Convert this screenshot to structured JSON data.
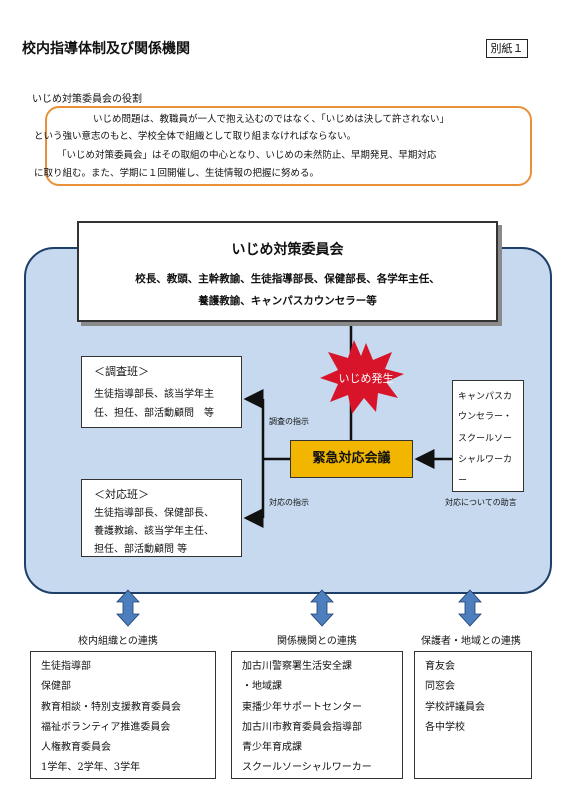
{
  "title": "校内指導体制及び関係機関",
  "attachment_label": "別紙１",
  "role": {
    "heading": "いじめ対策委員会の役割",
    "lines": [
      "いじめ問題は、教職員が一人で抱え込むのではなく、「いじめは決して許されない」",
      "という強い意志のもと、学校全体で組織として取り組まなければならない。",
      "「いじめ対策委員会」はその取組の中心となり、いじめの未然防止、早期発見、早期対応",
      "に取り組む。また、学期に１回開催し、生徒情報の把握に努める。"
    ]
  },
  "committee": {
    "title": "いじめ対策委員会",
    "members_line1": "校長、教頭、主幹教諭、生徒指導部長、保健部長、各学年主任、",
    "members_line2": "養護教諭、キャンパスカウンセラー等"
  },
  "incident_label": "いじめ発生",
  "emergency_label": "緊急対応会議",
  "survey_team": {
    "title": "＜調査班＞",
    "lines": [
      "生徒指導部長、該当学年主",
      "任、担任、部活動顧問　等"
    ]
  },
  "response_team": {
    "title": "＜対応班＞",
    "lines": [
      "生徒指導部長、保健部長、",
      "養護教諭、該当学年主任、",
      "担任、部活動顧問 等"
    ]
  },
  "counselor_lines": [
    "キャンパスカ",
    "ウンセラー・",
    "スクールソー",
    "シャルワーカ",
    "ー"
  ],
  "arrow_labels": {
    "survey": "調査の指示",
    "response": "対応の指示",
    "advice": "対応についての助言"
  },
  "connections": [
    {
      "label": "校内組織との連携",
      "items": [
        "生徒指導部",
        "保健部",
        "教育相談・特別支援教育委員会",
        "福祉ボランティア推進委員会",
        "人権教育委員会",
        "1学年、2学年、3学年"
      ]
    },
    {
      "label": "関係機関との連携",
      "items": [
        "加古川警察署生活安全課",
        "・地域課",
        "東播少年サポートセンター",
        "加古川市教育委員会指導部",
        "青少年育成課",
        "スクールソーシャルワーカー"
      ]
    },
    {
      "label": "保護者・地域との連携",
      "items": [
        "育友会",
        "同窓会",
        "学校評議員会",
        "各中学校"
      ]
    }
  ],
  "colors": {
    "frame_fill": "#c6d9ef",
    "frame_border": "#1f3f6b",
    "role_border": "#e9913a",
    "burst_fill": "#d8142a",
    "emergency_fill": "#f2b600",
    "arrow_fill": "#4d7fbf"
  }
}
